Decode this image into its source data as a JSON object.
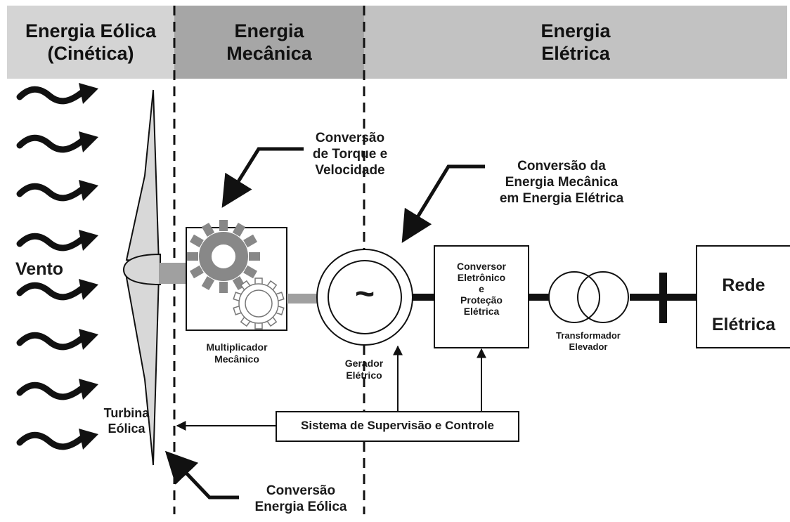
{
  "headers": {
    "wind": [
      "Energia Eólica",
      "(Cinética)"
    ],
    "mechanical": [
      "Energia",
      "Mecânica"
    ],
    "electrical": [
      "Energia",
      "Elétrica"
    ]
  },
  "labels": {
    "wind": "Vento",
    "turbine": [
      "Turbina",
      "Eólica"
    ],
    "torque_conversion": [
      "Conversão",
      "de Torque e",
      "Velocidade"
    ],
    "mech_to_elec_conversion": [
      "Conversão da",
      "Energia Mecânica",
      "em Energia Elétrica"
    ],
    "wind_conversion": [
      "Conversão",
      "Energia Eólica"
    ],
    "gearbox": [
      "Multiplicador",
      "Mecânico"
    ],
    "generator": [
      "Gerador",
      "Elétrico"
    ],
    "generator_symbol": "~",
    "converter": [
      "Conversor",
      "Eletrônico",
      "e",
      "Proteção",
      "Elétrica"
    ],
    "transformer": [
      "Transformador",
      "Elevador"
    ],
    "grid": [
      "Rede",
      "Elétrica"
    ],
    "supervision": "Sistema de Supervisão e Controle"
  },
  "colors": {
    "header_light": "#d4d4d4",
    "header_dark": "#a6a6a6",
    "header_mid": "#c2c2c2",
    "gear_gray": "#888888",
    "shaft_gray": "#a0a0a0",
    "blade_fill": "#d8d8d8",
    "ink": "#111111"
  },
  "icons": [
    "wind-arrow-icon",
    "gear-large-icon",
    "gear-small-icon",
    "sine-wave-icon",
    "transformer-icon"
  ]
}
